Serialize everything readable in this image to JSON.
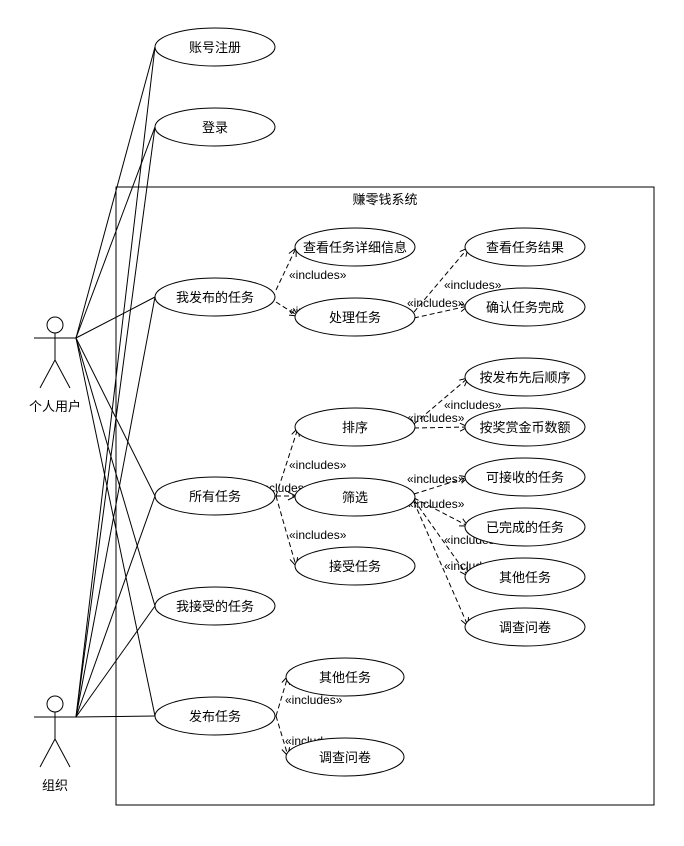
{
  "system": {
    "title": "赚零钱系统"
  },
  "actors": {
    "personal": "个人用户",
    "org": "组织"
  },
  "include_label": "«includes»",
  "use_cases": {
    "register": "账号注册",
    "login": "登录",
    "my_published": "我发布的任务",
    "view_task_detail": "查看任务详细信息",
    "handle_task": "处理任务",
    "view_task_result": "查看任务结果",
    "confirm_task_done": "确认任务完成",
    "all_tasks": "所有任务",
    "sort": "排序",
    "sort_by_publish_order": "按发布先后顺序",
    "sort_by_reward": "按奖赏金币数额",
    "filter": "筛选",
    "acceptable_tasks": "可接收的任务",
    "completed_tasks": "已完成的任务",
    "other_tasks_filter": "其他任务",
    "survey_filter": "调查问卷",
    "accept_task": "接受任务",
    "my_accepted": "我接受的任务",
    "publish_task": "发布任务",
    "other_tasks_publish": "其他任务",
    "survey_publish": "调查问卷"
  }
}
